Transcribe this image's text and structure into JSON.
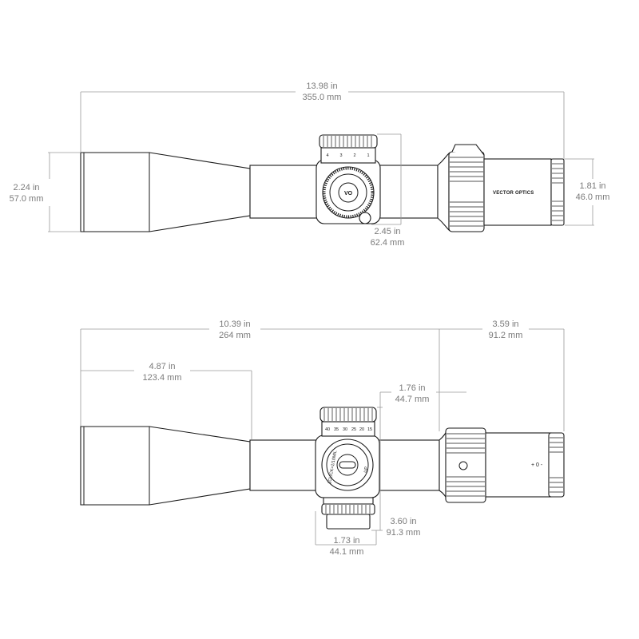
{
  "top_view": {
    "overall_length": {
      "in": "13.98 in",
      "mm": "355.0 mm"
    },
    "objective_diameter": {
      "in": "2.24 in",
      "mm": "57.0 mm"
    },
    "eyepiece_diameter": {
      "in": "1.81 in",
      "mm": "46.0 mm"
    },
    "turret_height": {
      "in": "2.45 in",
      "mm": "62.4 mm"
    },
    "brand_text": "VECTOR OPTICS",
    "turret_scale": [
      "4",
      "3",
      "2",
      "1"
    ]
  },
  "side_view": {
    "length_front": {
      "in": "10.39 in",
      "mm": "264 mm"
    },
    "length_rear": {
      "in": "3.59 in",
      "mm": "91.2 mm"
    },
    "objective_to_turret": {
      "in": "4.87 in",
      "mm": "123.4 mm"
    },
    "turret_offset": {
      "in": "1.76 in",
      "mm": "44.7 mm"
    },
    "turret_width": {
      "in": "1.73 in",
      "mm": "44.1 mm"
    },
    "turret_height": {
      "in": "3.60 in",
      "mm": "91.3 mm"
    },
    "turret_text": "1CLICK=1/10MIL",
    "turret_up": "UP",
    "turret_scale": [
      "40",
      "35",
      "30",
      "25",
      "20",
      "15"
    ],
    "eyepiece_marks": "+ 0 -"
  }
}
